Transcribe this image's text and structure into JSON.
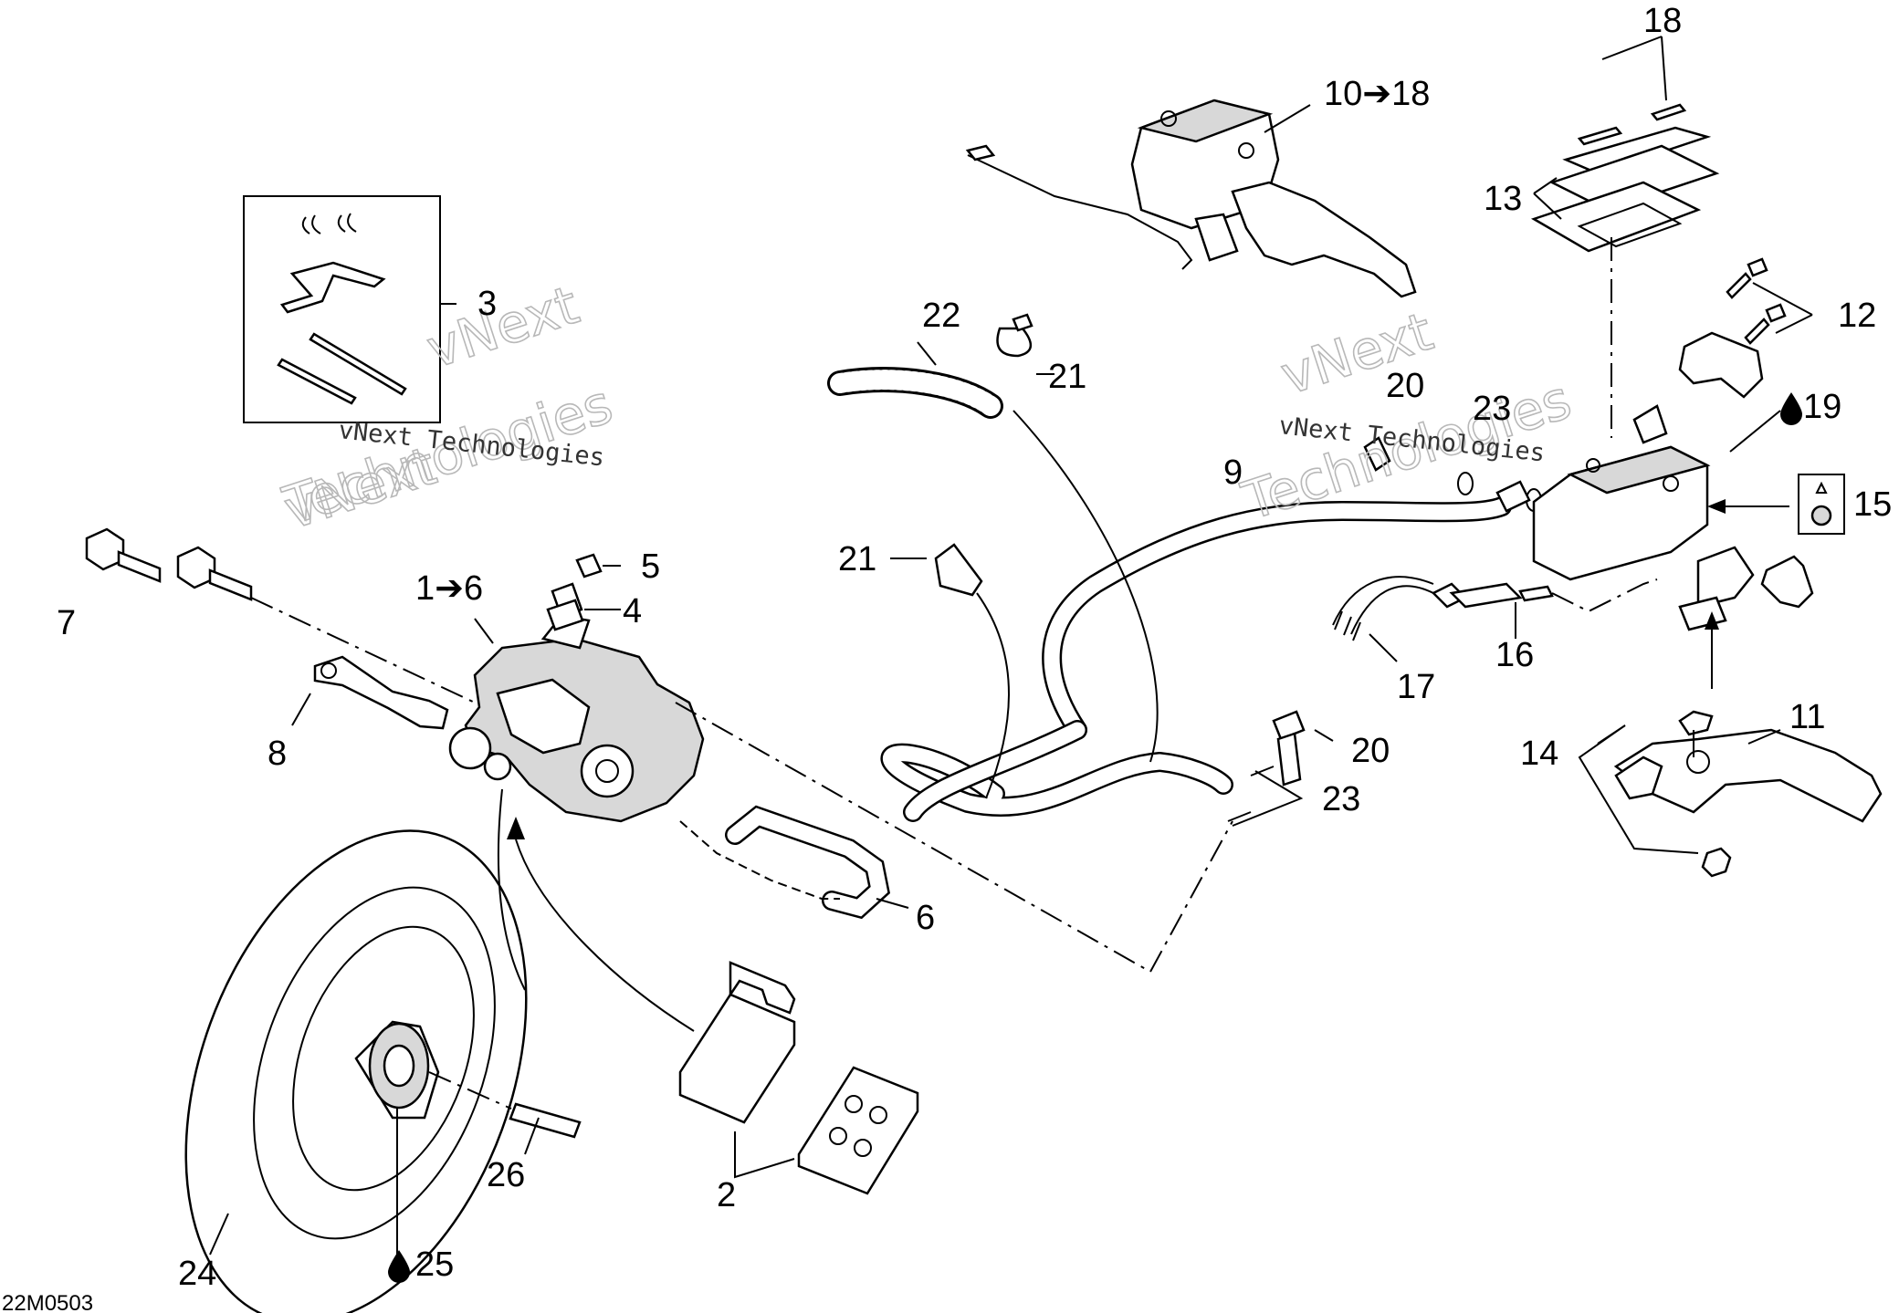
{
  "diagram": {
    "drawing_code": "22M0503",
    "watermark": {
      "line1": "vNext Technologies",
      "line2": "vNext",
      "line3": "Technologies"
    },
    "callouts": {
      "c1": "1➔6",
      "c2": "2",
      "c3": "3",
      "c4": "4",
      "c5": "5",
      "c6": "6",
      "c7": "7",
      "c8": "8",
      "c9": "9",
      "c10": "10➔18",
      "c11": "11",
      "c12": "12",
      "c13": "13",
      "c14": "14",
      "c15": "15",
      "c16": "16",
      "c17": "17",
      "c18": "18",
      "c19": "19",
      "c20a": "20",
      "c20b": "20",
      "c21a": "21",
      "c21b": "21",
      "c22": "22",
      "c23a": "23",
      "c23b": "23",
      "c24": "24",
      "c25": "25",
      "c26": "26"
    },
    "icons": [
      "drop-icon",
      "grease-tube-icon",
      "arrow-right-icon"
    ]
  }
}
